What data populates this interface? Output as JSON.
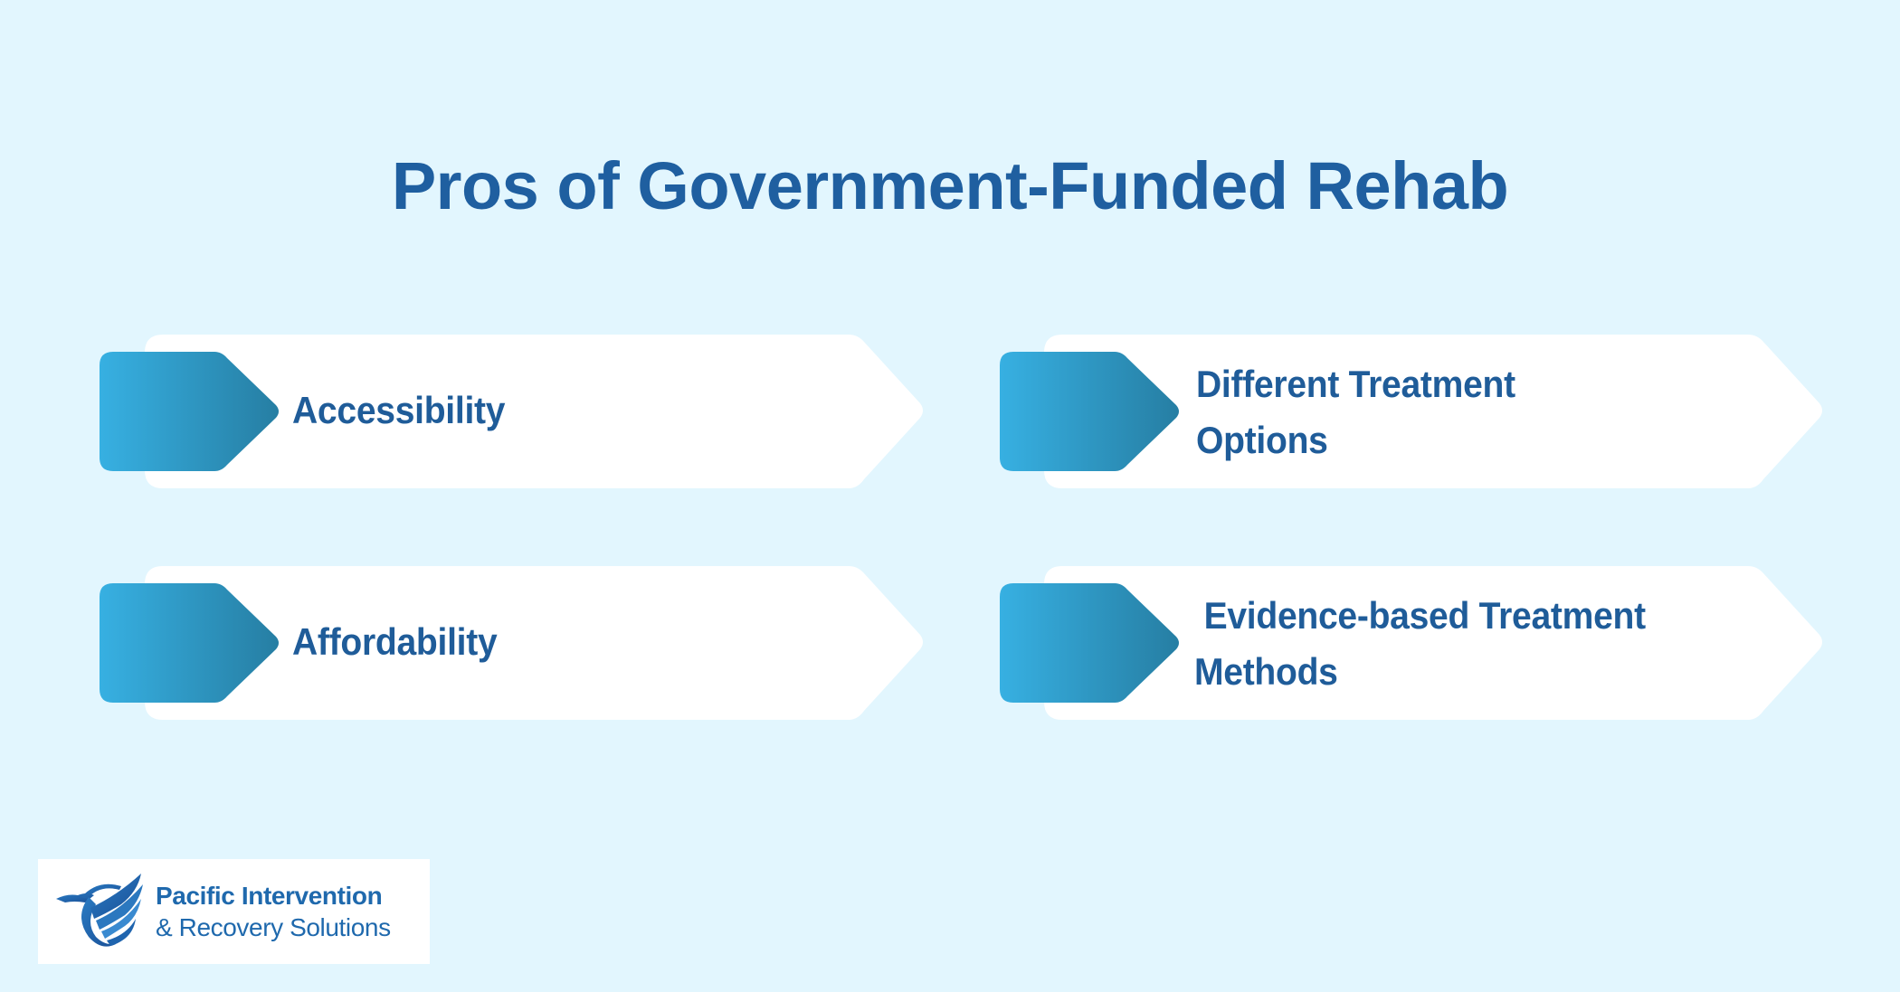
{
  "page": {
    "title": "Pros of Government-Funded Rehab",
    "background_color": "#e2f6fe",
    "title_color": "#1f5fa0"
  },
  "pros": [
    {
      "label_lines": [
        "Accessibility"
      ],
      "icon": "arrow-tab-icon"
    },
    {
      "label_lines": [
        "Different Treatment",
        "Options"
      ],
      "icon": "arrow-tab-icon"
    },
    {
      "label_lines": [
        "Affordability"
      ],
      "icon": "arrow-tab-icon"
    },
    {
      "label_lines": [
        " Evidence-based Treatment",
        "Methods"
      ],
      "icon": "arrow-tab-icon"
    }
  ],
  "colors": {
    "card_background": "#ffffff",
    "tab_gradient_start": "#37b0e2",
    "tab_gradient_end": "#267ea3",
    "label_text": "#1f5c99"
  },
  "logo": {
    "icon": "eagle-wing-icon",
    "line1": "Pacific Intervention",
    "line2": "& Recovery Solutions",
    "color": "#1f69ad"
  }
}
